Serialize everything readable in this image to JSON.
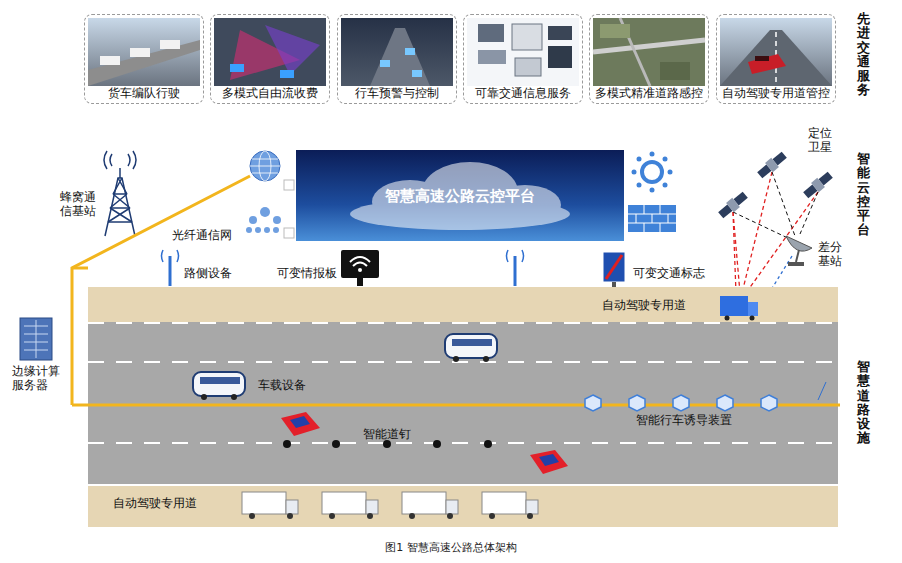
{
  "diagram": {
    "caption": "图1 智慧高速公路总体架构",
    "nodes": [
      {
        "text": [
          "货车编队行驶"
        ]
      },
      {
        "text": [
          "多模式自由流收费"
        ]
      },
      {
        "text": [
          "行车预警与控制"
        ]
      },
      {
        "text": [
          "可靠交通信息服务"
        ]
      },
      {
        "text": [
          "多模式精准道路感控"
        ]
      },
      {
        "text": [
          "自动驾驶专用道管控"
        ]
      },
      {
        "text": [
          "智慧高速公路云控平台"
        ]
      },
      {
        "text": [
          "自动驾驶专用道"
        ]
      },
      {
        "text": [
          "自动驾驶专用道"
        ]
      }
    ],
    "labels": [
      "先进交通服务",
      "智能云控平台",
      "智慧道路设施",
      "蜂窝通信基站",
      "光纤通信网",
      "路侧设备",
      "可变情报板",
      "可变交通标志",
      "定位卫星",
      "差分基站",
      "边缘计算服务器",
      "车载设备",
      "智能道钉",
      "智能行车诱导装置"
    ]
  }
}
